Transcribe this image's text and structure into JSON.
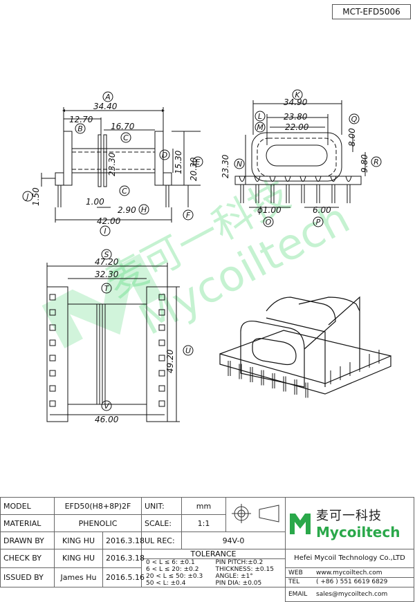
{
  "header": {
    "drawing_no": "MCT-EFD5006"
  },
  "views": {
    "front": {
      "dims": {
        "A": "34.40",
        "B": "12.70",
        "C_top": "16.70",
        "C_mid": "23.30",
        "D": "15.30",
        "E": "20.30",
        "J": "1.50",
        "C_bot": "1.00",
        "H": "2.90",
        "I": "42.00"
      },
      "letters": [
        "A",
        "B",
        "C",
        "D",
        "E",
        "C",
        "J",
        "H",
        "F",
        "I"
      ]
    },
    "side": {
      "dims": {
        "K": "34.90",
        "L": "23.80",
        "M": "22.00",
        "N": "23.30",
        "Q": "8.00",
        "R": "9.80",
        "O": "ϕ1.00",
        "P": "6.00"
      },
      "letters": [
        "K",
        "L",
        "M",
        "N",
        "Q",
        "R",
        "O",
        "P"
      ]
    },
    "bottom": {
      "dims": {
        "S": "47.20",
        "T": "32.30",
        "U": "49.20",
        "V": "46.00"
      },
      "letters": [
        "S",
        "T",
        "U",
        "V"
      ]
    }
  },
  "watermark": {
    "cn": "麦可一科技",
    "en": "Mycoiltech"
  },
  "titleblock": {
    "model_label": "MODEL",
    "model_value": "EFD50(H8+8P)2F",
    "unit_label": "UNIT:",
    "unit_value": "mm",
    "material_label": "MATERIAL",
    "material_value": "PHENOLIC",
    "scale_label": "SCALE:",
    "scale_value": "1:1",
    "ulrec_label": "UL REC:",
    "ulrec_value": "94V-0",
    "tolerance_label": "TOLERANCE",
    "drawn_label": "DRAWN BY",
    "drawn_name": "KING HU",
    "drawn_date": "2016.3.18",
    "check_label": "CHECK BY",
    "check_name": "KING HU",
    "check_date": "2016.3.18",
    "issued_label": "ISSUED BY",
    "issued_name": "James Hu",
    "issued_date": "2016.5.16",
    "tol_left": [
      "0 < L ≤ 6:  ±0.1",
      "6 < L ≤ 20:  ±0.2",
      "20 < L ≤ 50:  ±0.3",
      "50 < L:  ±0.4"
    ],
    "tol_right": [
      "PIN PITCH:±0.2",
      "THICKNESS:  ±0.15",
      "ANGLE:  ±1°",
      "PIN DIA:  ±0.05"
    ],
    "company_cn": "麦可一科技",
    "company_en": "Mycoiltech",
    "company_name": "Hefei Mycoil Technology Co.,LTD",
    "web_label": "WEB",
    "web_value": "www.mycoiltech.com",
    "tel_label": "TEL",
    "tel_value": "( +86 ) 551 6619 6829",
    "email_label": "EMAIL",
    "email_value": "sales@mycoiltech.com"
  }
}
